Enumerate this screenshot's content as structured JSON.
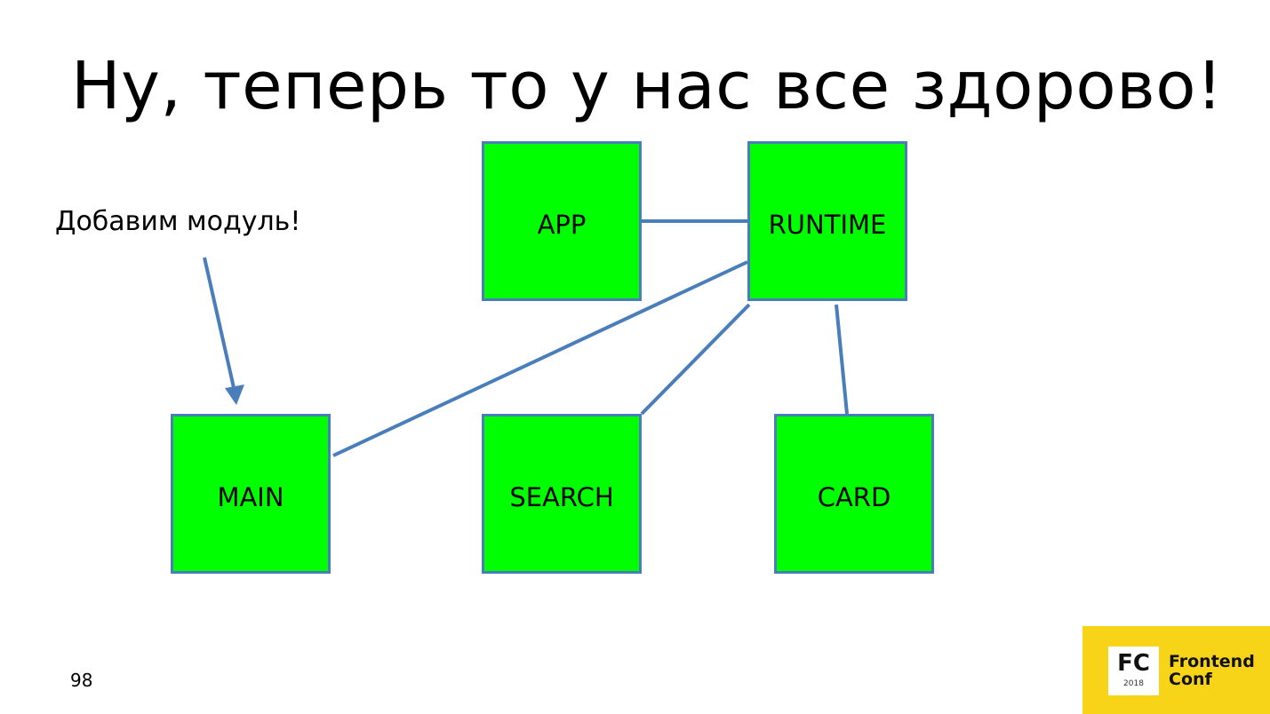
{
  "slide": {
    "title": "Ну, теперь то у нас все здорово!",
    "annotation": "Добавим модуль!",
    "page_number": "98"
  },
  "nodes": {
    "app": "APP",
    "runtime": "RUNTIME",
    "main": "MAIN",
    "search": "SEARCH",
    "card": "CARD"
  },
  "edges": [
    [
      "APP",
      "RUNTIME"
    ],
    [
      "RUNTIME",
      "MAIN"
    ],
    [
      "RUNTIME",
      "SEARCH"
    ],
    [
      "RUNTIME",
      "CARD"
    ]
  ],
  "logo": {
    "mark": "FC",
    "year": "2018",
    "line1": "Frontend",
    "line2": "Conf"
  },
  "colors": {
    "node_fill": "#00ff00",
    "node_border": "#4a7ebb",
    "connector": "#4a7ebb",
    "logo_background": "#f7d417"
  }
}
